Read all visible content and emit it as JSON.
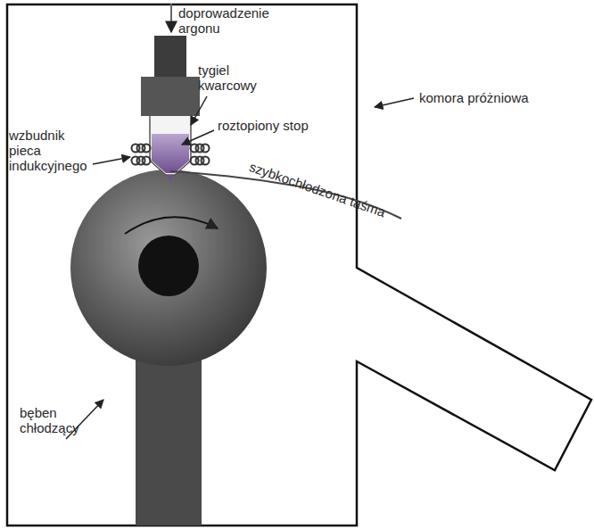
{
  "diagram": {
    "labels": [
      "doprowadzenie argonu",
      "tygiel kwarcowy",
      "roztopiony stop",
      "komora próżniowa",
      "wzbudnik pieca indukcyjnego",
      "szybkochłodzona taśma",
      "bęben chłodzący"
    ]
  }
}
